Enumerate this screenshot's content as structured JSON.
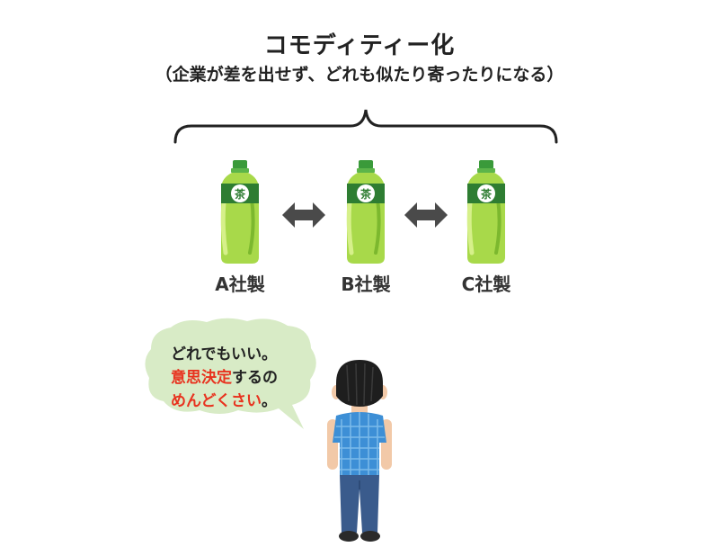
{
  "header": {
    "title": "コモディティー化",
    "subtitle": "（企業が差を出せず、どれも似たり寄ったりになる）"
  },
  "products": [
    {
      "label": "A社製",
      "cap_text": "茶"
    },
    {
      "label": "B社製",
      "cap_text": "茶"
    },
    {
      "label": "C社製",
      "cap_text": "茶"
    }
  ],
  "speech": {
    "line1": "どれでもいい。",
    "line2_red": "意思決定",
    "line2_rest": "するの",
    "line3_red": "めんどくさい",
    "line3_rest": "。"
  },
  "colors": {
    "accent_red": "#e8321e",
    "bottle_green": "#9fd63c",
    "label_green": "#2e7d32",
    "bubble_fill": "#d8ebc6",
    "arrow_gray": "#4a4a4a"
  },
  "icons": [
    "left-right-arrow-icon",
    "tea-bottle-icon",
    "person-back-icon",
    "speech-bubble-icon"
  ]
}
